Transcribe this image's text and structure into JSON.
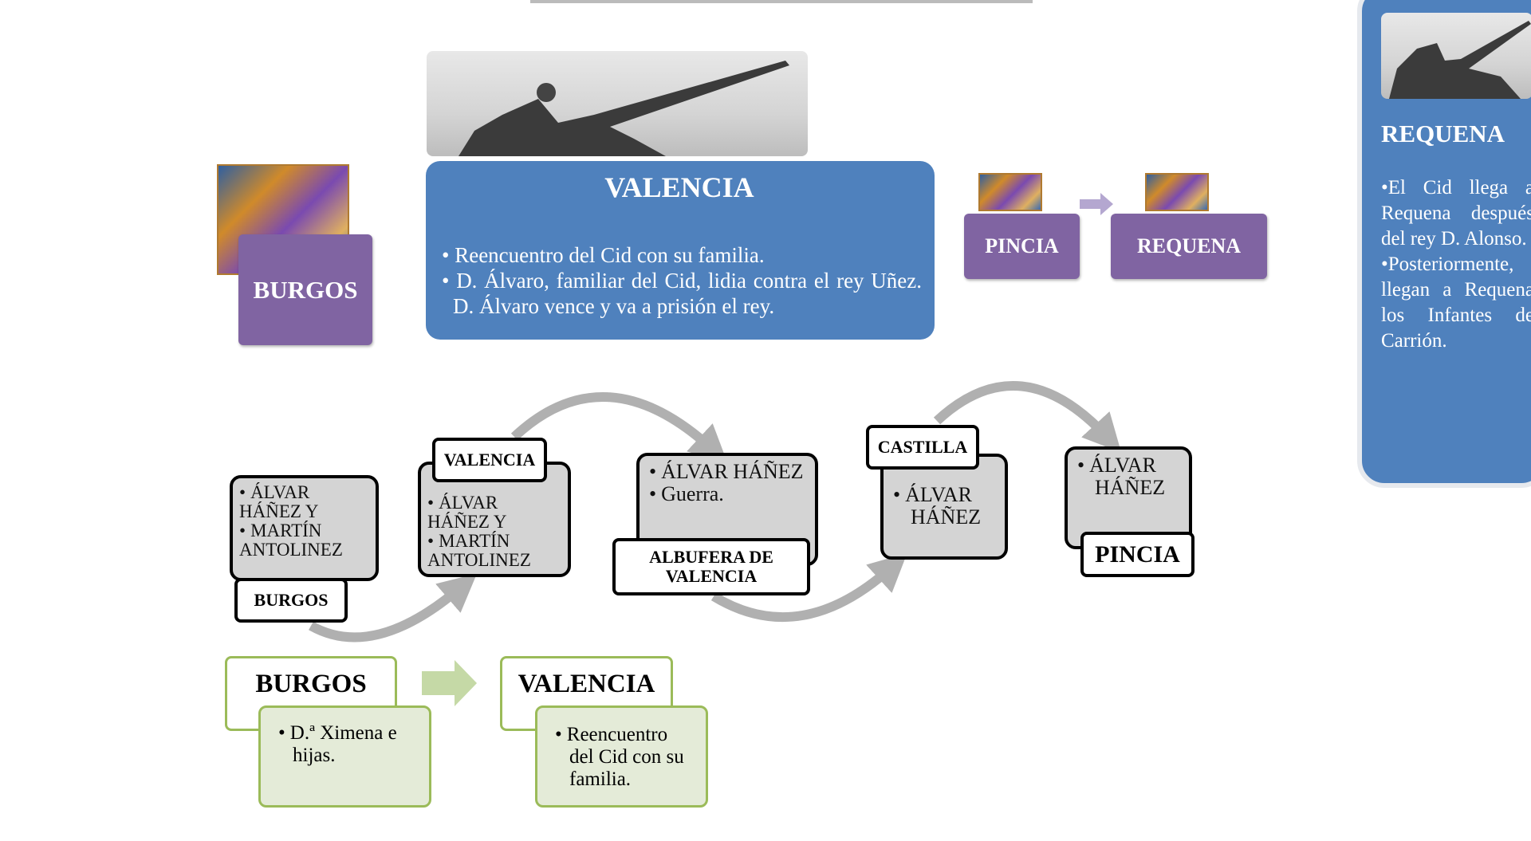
{
  "top_diagram": {
    "burgos": {
      "label": "BURGOS"
    },
    "valencia": {
      "title": "VALENCIA",
      "bullets": [
        "Reencuentro del Cid con su familia.",
        "D. Álvaro, familiar del Cid, lidia contra el rey Uñez. D. Álvaro vence y va a prisión el rey."
      ]
    },
    "pincia": {
      "label": "PINCIA"
    },
    "requena": {
      "label": "REQUENA"
    }
  },
  "side_panel": {
    "title": "REQUENA",
    "bullets": [
      "El Cid llega a Requena después del rey D. Alonso.",
      "Posteriormente, llegan a Requena los Infantes de Carrión."
    ]
  },
  "flow": [
    {
      "label": "BURGOS",
      "bullets": [
        "ÁLVAR HÁÑEZ Y",
        "MARTÍN ANTOLINEZ"
      ]
    },
    {
      "label": "VALENCIA",
      "bullets": [
        "ÁLVAR HÁÑEZ Y",
        "MARTÍN ANTOLINEZ"
      ]
    },
    {
      "label": "ALBUFERA DE VALENCIA",
      "bullets": [
        "ÁLVAR HÁÑEZ",
        "Guerra."
      ]
    },
    {
      "label": "CASTILLA",
      "bullets": [
        "ÁLVAR HÁÑEZ"
      ]
    },
    {
      "label": "PINCIA",
      "bullets": [
        "ÁLVAR HÁÑEZ"
      ]
    }
  ],
  "bottom": [
    {
      "title": "BURGOS",
      "bullets": [
        "D.ª Ximena e hijas."
      ]
    },
    {
      "title": "VALENCIA",
      "bullets": [
        "Reencuentro del Cid con su familia."
      ]
    }
  ],
  "colors": {
    "blue": "#4f81bd",
    "purple": "#8064a2",
    "green_border": "#9bbb59",
    "green_fill": "#e4ebd8",
    "gray_fill": "#d4d4d4",
    "arrow_gray": "#b0b0b0"
  }
}
